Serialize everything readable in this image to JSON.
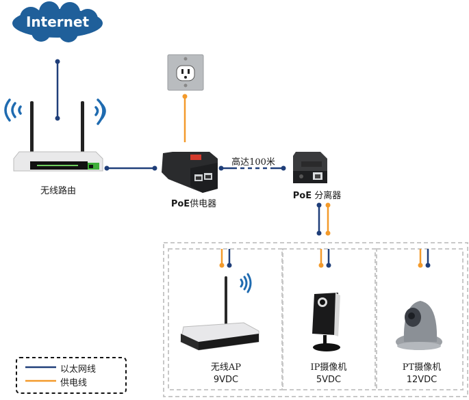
{
  "title": "PoE network diagram",
  "colors": {
    "ethernet": "#1f3e79",
    "power": "#f39a2b",
    "cloud": "#1f5f9a",
    "wifi": "#1f6bb0",
    "dashed_box": "#c8c8c8"
  },
  "internet": {
    "label": "Internet",
    "icon": "cloud-icon"
  },
  "router": {
    "label": "无线路由",
    "icon": "wireless-router-icon"
  },
  "outlet": {
    "icon": "power-outlet-icon"
  },
  "injector": {
    "label_prefix": "PoE",
    "label_suffix": "供电器",
    "icon": "poe-injector-icon"
  },
  "link": {
    "label": "高达100米"
  },
  "splitter": {
    "label_prefix": "PoE",
    "label_suffix": " 分离器",
    "icon": "poe-splitter-icon"
  },
  "devices": [
    {
      "name": "无线AP",
      "voltage": "9VDC",
      "icon": "access-point-icon"
    },
    {
      "name": "IP摄像机",
      "voltage": "5VDC",
      "icon": "ip-camera-icon"
    },
    {
      "name": "PT摄像机",
      "voltage": "12VDC",
      "icon": "ptz-camera-icon"
    }
  ],
  "legend": {
    "items": [
      {
        "label": "以太网线",
        "kind": "ethernet"
      },
      {
        "label": "供电线",
        "kind": "power"
      }
    ]
  }
}
